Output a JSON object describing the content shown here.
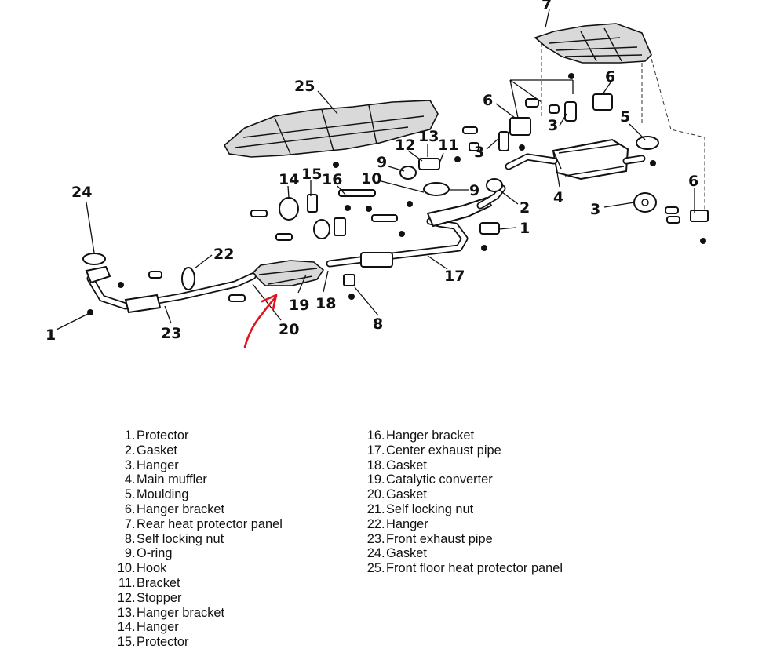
{
  "callouts": [
    {
      "id": "c7a",
      "text": "7"
    },
    {
      "id": "c6a",
      "text": "6"
    },
    {
      "id": "c25",
      "text": "25"
    },
    {
      "id": "c6b",
      "text": "6"
    },
    {
      "id": "c3a",
      "text": "3"
    },
    {
      "id": "c5",
      "text": "5"
    },
    {
      "id": "c13",
      "text": "13"
    },
    {
      "id": "c12",
      "text": "12"
    },
    {
      "id": "c11",
      "text": "11"
    },
    {
      "id": "c3b",
      "text": "3"
    },
    {
      "id": "c9a",
      "text": "9"
    },
    {
      "id": "c10",
      "text": "10"
    },
    {
      "id": "c16",
      "text": "16"
    },
    {
      "id": "c15",
      "text": "15"
    },
    {
      "id": "c14",
      "text": "14"
    },
    {
      "id": "c9b",
      "text": "9"
    },
    {
      "id": "c4",
      "text": "4"
    },
    {
      "id": "c6c",
      "text": "6"
    },
    {
      "id": "c3c",
      "text": "3"
    },
    {
      "id": "c2",
      "text": "2"
    },
    {
      "id": "c24",
      "text": "24"
    },
    {
      "id": "c1b",
      "text": "1"
    },
    {
      "id": "c22",
      "text": "22"
    },
    {
      "id": "c17",
      "text": "17"
    },
    {
      "id": "c19",
      "text": "19"
    },
    {
      "id": "c18",
      "text": "18"
    },
    {
      "id": "c20",
      "text": "20"
    },
    {
      "id": "c8",
      "text": "8"
    },
    {
      "id": "c23",
      "text": "23"
    },
    {
      "id": "c1a",
      "text": "1"
    }
  ],
  "legend": {
    "column1": [
      {
        "num": "1",
        "label": "Protector"
      },
      {
        "num": "2",
        "label": "Gasket"
      },
      {
        "num": "3",
        "label": "Hanger"
      },
      {
        "num": "4",
        "label": "Main muffler"
      },
      {
        "num": "5",
        "label": "Moulding"
      },
      {
        "num": "6",
        "label": "Hanger bracket"
      },
      {
        "num": "7",
        "label": "Rear heat protector panel"
      },
      {
        "num": "8",
        "label": "Self locking nut"
      },
      {
        "num": "9",
        "label": "O-ring"
      },
      {
        "num": "10",
        "label": "Hook"
      },
      {
        "num": "11",
        "label": "Bracket"
      },
      {
        "num": "12",
        "label": "Stopper"
      },
      {
        "num": "13",
        "label": "Hanger bracket"
      },
      {
        "num": "14",
        "label": "Hanger"
      },
      {
        "num": "15",
        "label": "Protector"
      }
    ],
    "column2": [
      {
        "num": "16",
        "label": "Hanger bracket"
      },
      {
        "num": "17",
        "label": "Center exhaust pipe"
      },
      {
        "num": "18",
        "label": "Gasket"
      },
      {
        "num": "19",
        "label": "Catalytic converter"
      },
      {
        "num": "20",
        "label": "Gasket"
      },
      {
        "num": "21",
        "label": "Self locking nut"
      },
      {
        "num": "22",
        "label": "Hanger"
      },
      {
        "num": "23",
        "label": "Front exhaust pipe"
      },
      {
        "num": "24",
        "label": "Gasket"
      },
      {
        "num": "25",
        "label": "Front floor heat protector panel"
      }
    ]
  },
  "colors": {
    "line": "#111111",
    "annotation": "#e0141e"
  }
}
